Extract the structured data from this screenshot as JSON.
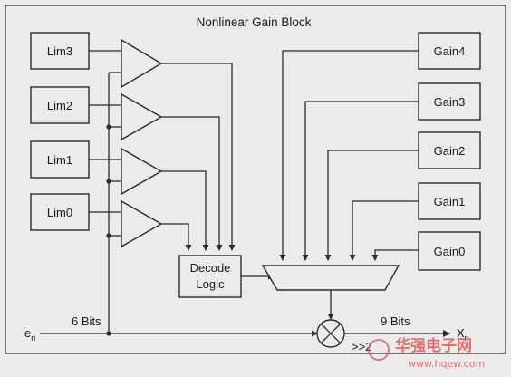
{
  "title": "Nonlinear Gain Block",
  "limits": [
    "Lim3",
    "Lim2",
    "Lim1",
    "Lim0"
  ],
  "gains": [
    "Gain4",
    "Gain3",
    "Gain2",
    "Gain1",
    "Gain0"
  ],
  "decode": {
    "line1": "Decode",
    "line2": "Logic"
  },
  "input": {
    "label": "e",
    "subscript": "n",
    "width": "6 Bits"
  },
  "output": {
    "label": "X",
    "subscript": "n",
    "width": "9 Bits",
    "shift": ">>2"
  },
  "watermark": {
    "cn": "华强电子网",
    "url": "www.hqew.com"
  },
  "colors": {
    "line": "#2b2b2b",
    "background": "#ebebeb",
    "watermark": "#e25a5a"
  }
}
